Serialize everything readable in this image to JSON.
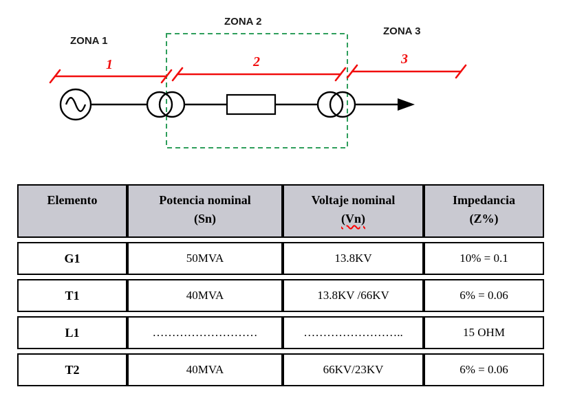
{
  "diagram": {
    "zones": [
      {
        "label": "ZONA 1",
        "number": "1"
      },
      {
        "label": "ZONA 2",
        "number": "2"
      },
      {
        "label": "ZONA 3",
        "number": "3"
      }
    ],
    "colors": {
      "marker_red": "#F10D0D",
      "zone_box_green": "#2E9E5B",
      "wire_black": "#000000"
    }
  },
  "table": {
    "headers": [
      {
        "line1": "Elemento",
        "line2": ""
      },
      {
        "line1": "Potencia nominal",
        "line2": "(Sn)"
      },
      {
        "line1": "Voltaje nominal",
        "line2": "(Vn)"
      },
      {
        "line1": "Impedancia",
        "line2": "(Z%)"
      }
    ],
    "rows": [
      {
        "elemento": "G1",
        "potencia": "50MVA",
        "voltaje": "13.8KV",
        "impedancia": "10% = 0.1"
      },
      {
        "elemento": "T1",
        "potencia": "40MVA",
        "voltaje": "13.8KV /66KV",
        "impedancia": "6% = 0.06"
      },
      {
        "elemento": "L1",
        "potencia": "………………………",
        "voltaje": "……………………..",
        "impedancia": "15 OHM"
      },
      {
        "elemento": "T2",
        "potencia": "40MVA",
        "voltaje": "66KV/23KV",
        "impedancia": "6% = 0.06"
      }
    ],
    "colors": {
      "header_bg": "#C9C9D1",
      "element_bg": "#FCE5A0"
    }
  }
}
